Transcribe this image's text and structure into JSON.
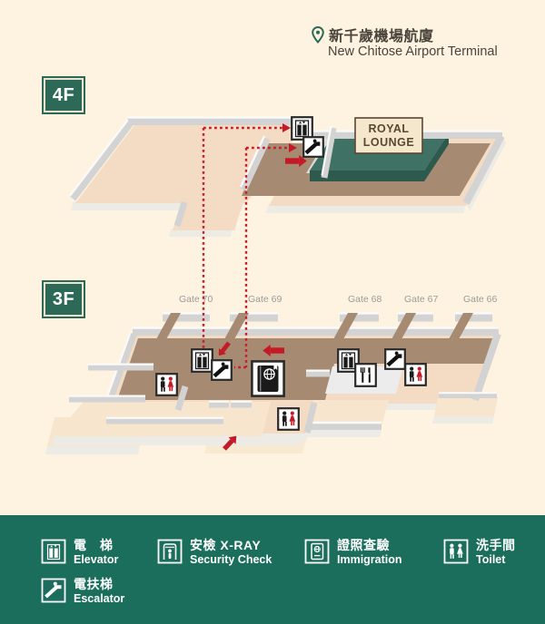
{
  "header": {
    "title_zh": "新千歲機場航廈",
    "title_en": "New Chitose Airport Terminal"
  },
  "floors": {
    "f4": {
      "label": "4F",
      "lounge_line1": "ROYAL",
      "lounge_line2": "LOUNGE"
    },
    "f3": {
      "label": "3F",
      "gates": [
        "Gate 70",
        "Gate 69",
        "Gate 68",
        "Gate 67",
        "Gate 66"
      ]
    }
  },
  "legend": {
    "items": [
      {
        "id": "elevator",
        "zh": "電　梯",
        "en": "Elevator"
      },
      {
        "id": "escalator",
        "zh": "電扶梯",
        "en": "Escalator"
      },
      {
        "id": "security",
        "zh": "安檢 X-RAY",
        "en": "Security Check"
      },
      {
        "id": "immigration",
        "zh": "證照查驗",
        "en": "Immigration"
      },
      {
        "id": "toilet",
        "zh": "洗手間",
        "en": "Toilet"
      }
    ]
  },
  "icons": {
    "pin": "location-pin-icon",
    "elevator": "elevator-icon",
    "escalator": "escalator-icon",
    "security": "security-check-icon",
    "immigration": "immigration-passport-icon",
    "toilet": "toilet-icon",
    "restaurant": "restaurant-icon"
  },
  "colors": {
    "background": "#fdf3e0",
    "footer_green": "#1b6e5c",
    "label_green": "#2c6a57",
    "floor_peach": "#f3dcc3",
    "corridor_brown": "#a78a72",
    "lounge_green": "#3f7165",
    "route_red": "#c41a28",
    "wall_gray": "#d3d3d3",
    "gate_text_gray": "#9b9b9b",
    "title_text": "#4a443a"
  }
}
